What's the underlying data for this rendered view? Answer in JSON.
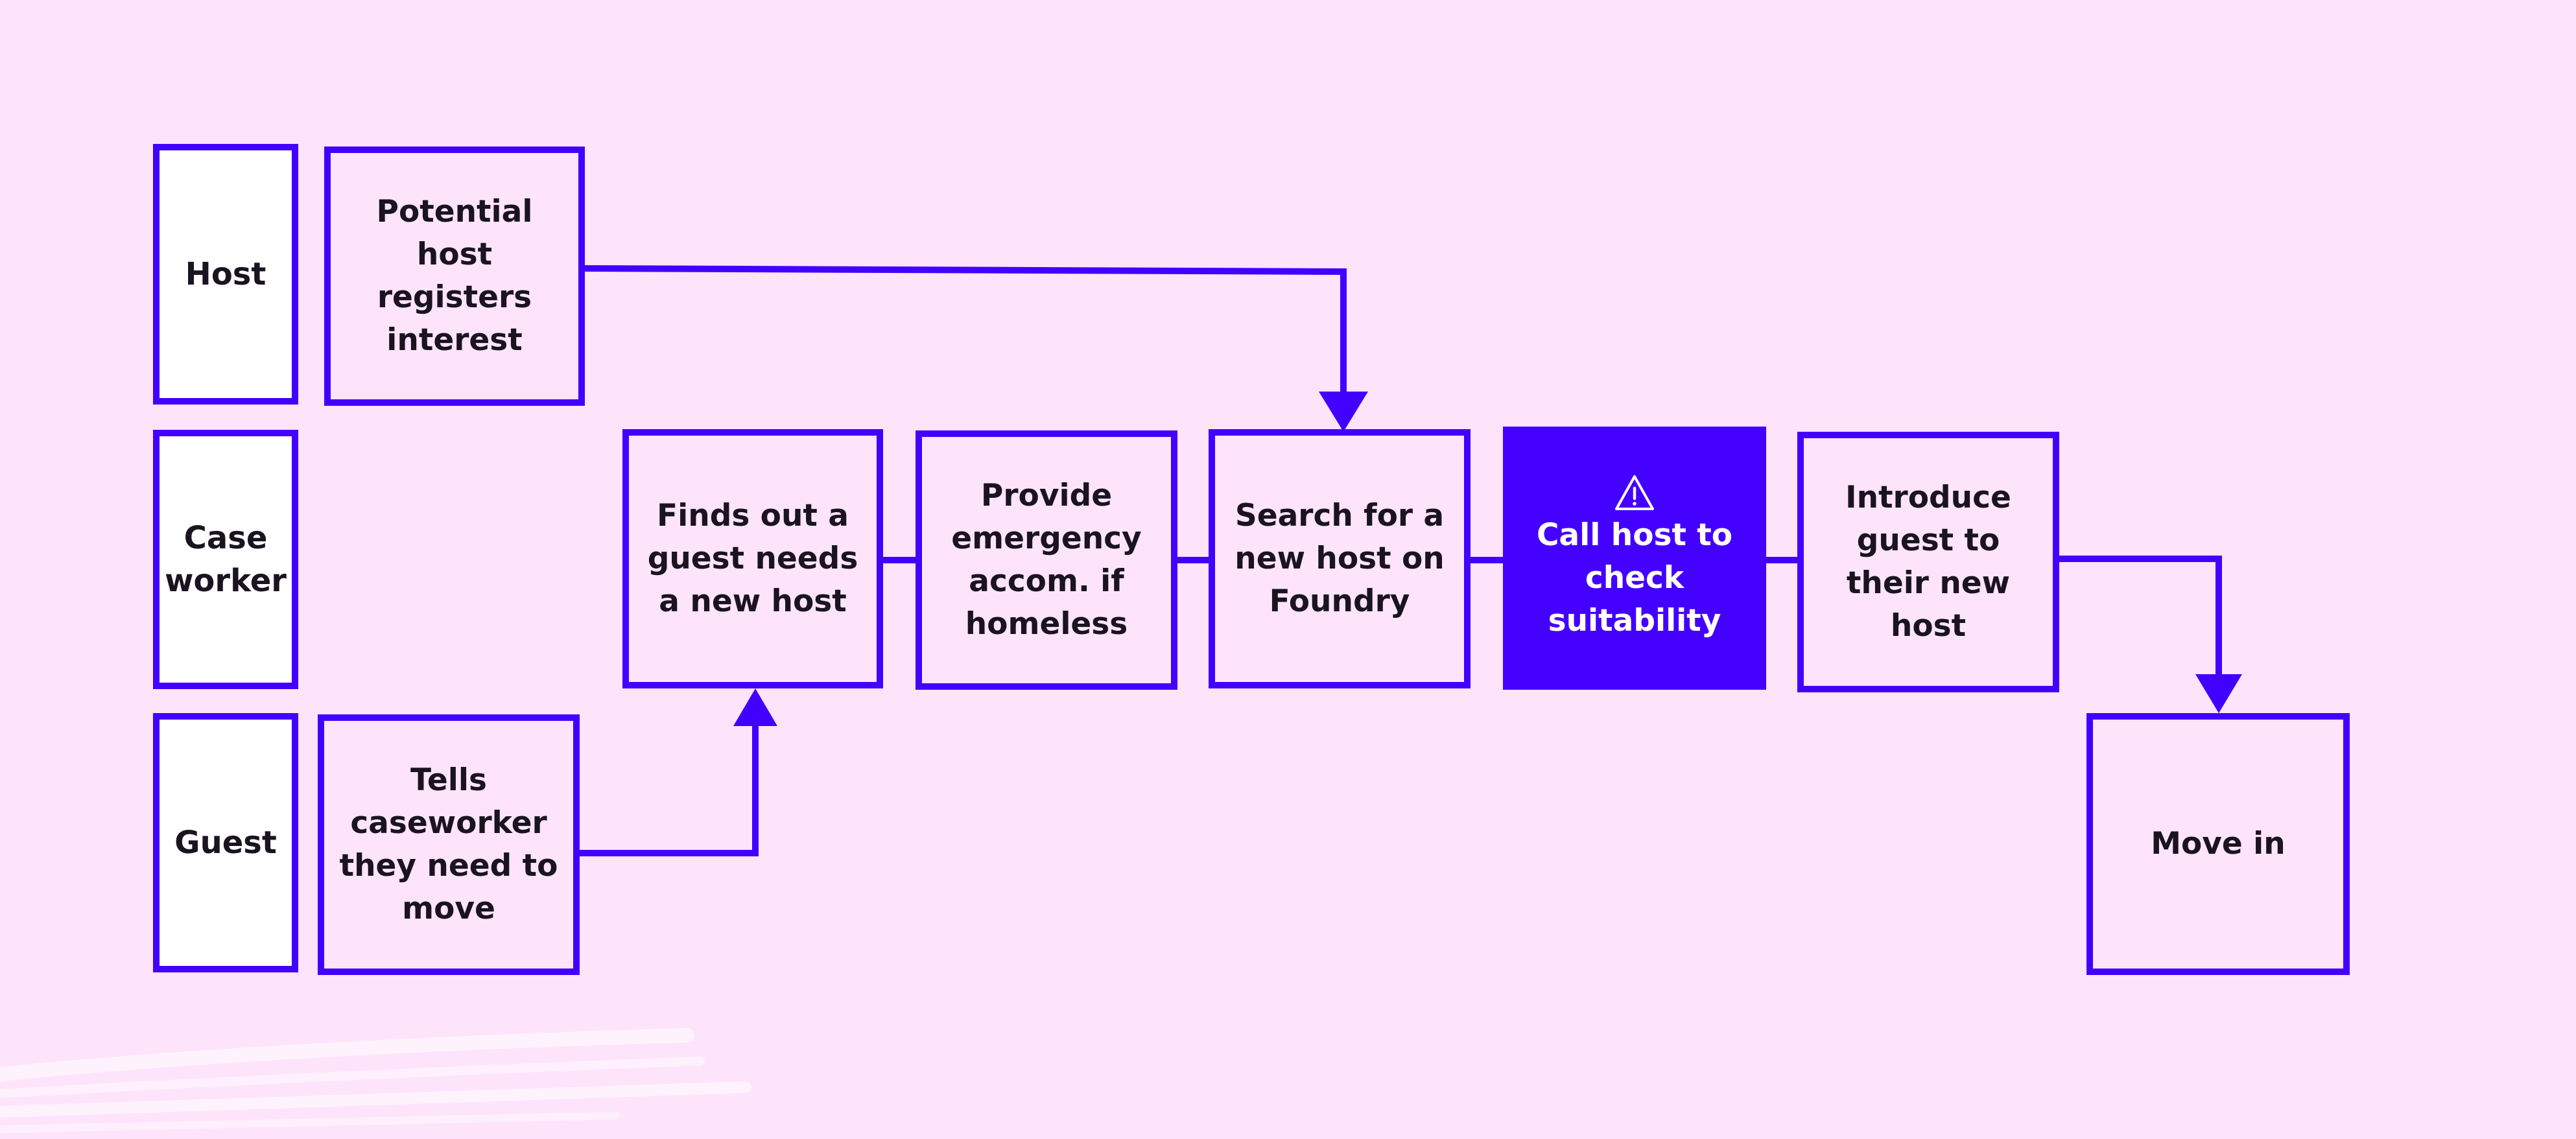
{
  "colors": {
    "background": "#fde4fb",
    "accent": "#4200ff",
    "lane_fill": "#ffffff",
    "highlight_fill": "#4400ff",
    "text": "#1a1320",
    "highlight_text": "#ffffff"
  },
  "lanes": {
    "host": "Host",
    "caseworker": "Case worker",
    "guest": "Guest"
  },
  "steps": {
    "host_registers": "Potential host registers interest",
    "finds_out": "Finds out a guest needs a new host",
    "emergency_accom": "Provide emergency accom. if homeless",
    "search_host": "Search for a new host on Foundry",
    "call_host": "Call host to check suitability",
    "introduce_guest": "Introduce guest to their new host",
    "tells_caseworker": "Tells caseworker they need to move",
    "move_in": "Move in"
  },
  "icons": {
    "warning": "warning-icon"
  }
}
